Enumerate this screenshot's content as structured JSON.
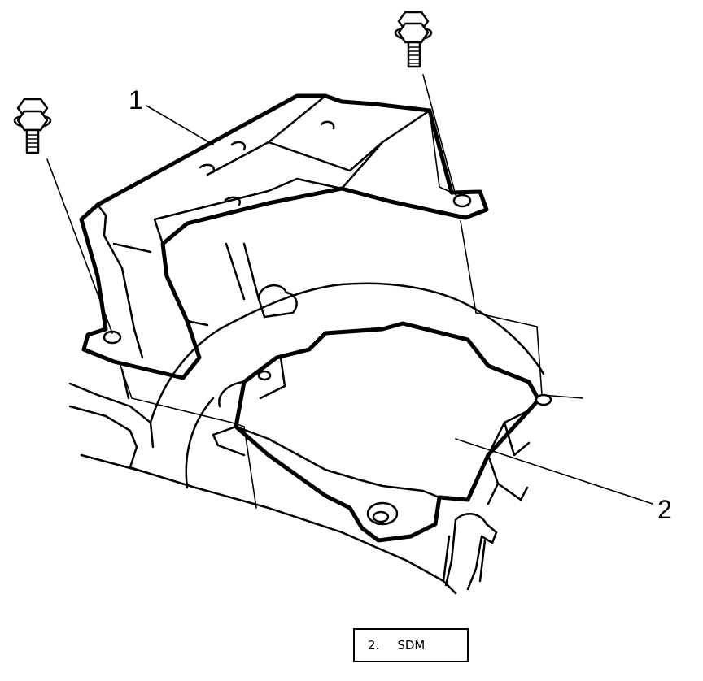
{
  "callouts": {
    "bracket": "1",
    "sdm": "2"
  },
  "legend": {
    "number": "2.",
    "text": "SDM"
  }
}
